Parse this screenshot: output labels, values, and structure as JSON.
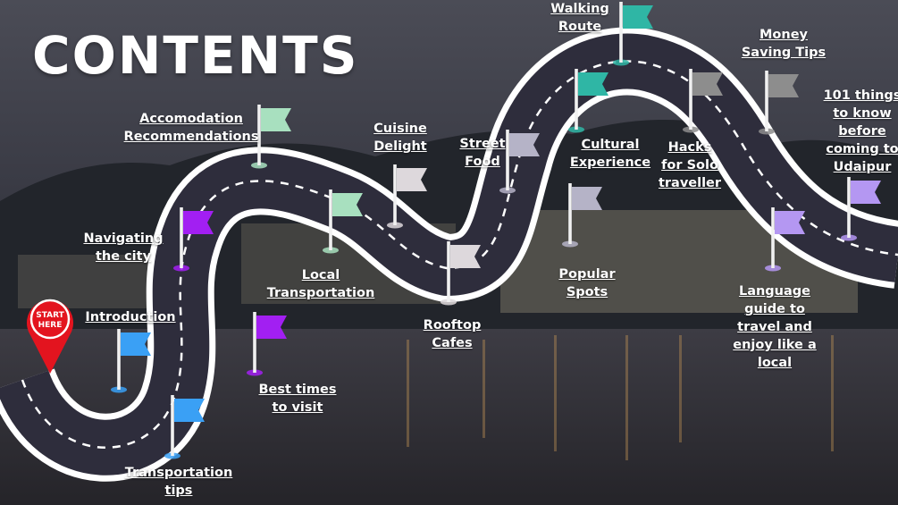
{
  "title": "CONTENTS",
  "start_marker": {
    "line1": "START",
    "line2": "HERE"
  },
  "stops": [
    {
      "text": "Introduction",
      "flag_color": "#3aa0f5"
    },
    {
      "text": "Transportation tips",
      "flag_color": "#3aa0f5"
    },
    {
      "text": "Navigating the city",
      "flag_color": "#a21ff2"
    },
    {
      "text": "Best times to visit",
      "flag_color": "#a21ff2"
    },
    {
      "text": "Accomodation Recommendations",
      "flag_color": "#a8e0bf"
    },
    {
      "text": "Local Transportation",
      "flag_color": "#a8e0bf"
    },
    {
      "text": "Cuisine Delight",
      "flag_color": "#ddd8dc"
    },
    {
      "text": "Rooftop Cafes",
      "flag_color": "#ddd8dc"
    },
    {
      "text": "Street Food",
      "flag_color": "#b5b3c7"
    },
    {
      "text": "Popular Spots",
      "flag_color": "#b5b3c7"
    },
    {
      "text": "Cultural Experience",
      "flag_color": "#2fb6a5"
    },
    {
      "text": "Walking Route",
      "flag_color": "#2fb6a5"
    },
    {
      "text": "Hacks for Solo traveller",
      "flag_color": "#8d8d8d"
    },
    {
      "text": "Money Saving Tips",
      "flag_color": "#8d8d8d"
    },
    {
      "text": "Language guide to travel and enjoy like a local",
      "flag_color": "#b497f2"
    },
    {
      "text": "101 things to know before coming to Udaipur",
      "flag_color": "#b497f2"
    }
  ],
  "colors": {
    "road": "#2e2d3c",
    "road_border": "#ffffff",
    "start_pin": "#e3141f"
  }
}
